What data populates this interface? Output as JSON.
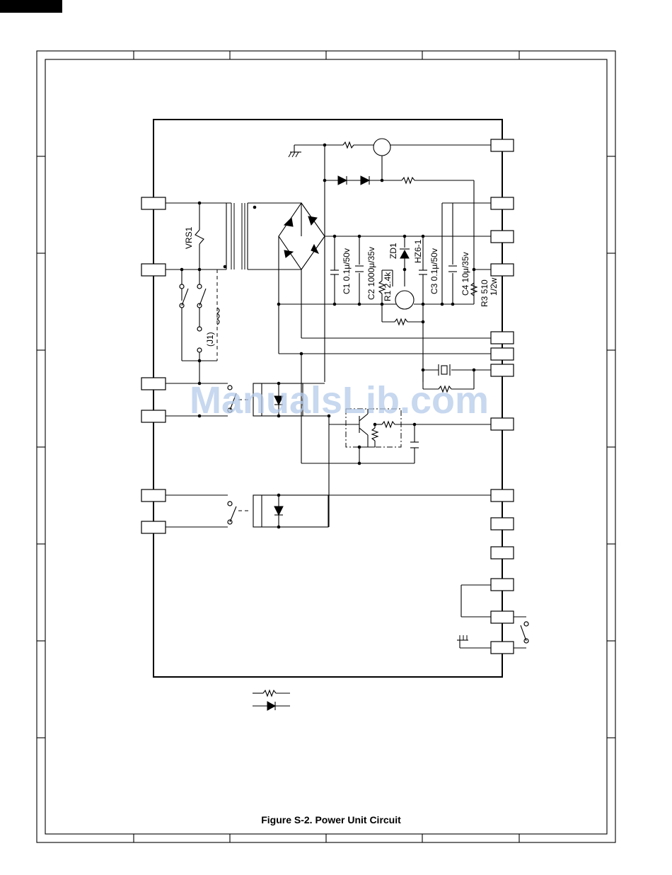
{
  "figure": {
    "caption": "Figure S-2. Power Unit Circuit"
  },
  "watermark": {
    "text": "ManualsLib.com"
  },
  "components": {
    "vrs1": "VRS1",
    "j1": "(J1)",
    "c1": "C1 0.1μ/50v",
    "c2": "C2 1000μ/35v",
    "zd1": "ZD1",
    "hz": "HZ6-1",
    "c3": "C3 0.1μ/50v",
    "c4": "C4 10μ/35v",
    "r1": "R1 2.4k",
    "r3": "R3 510",
    "r3_power": "1/2w"
  },
  "colors": {
    "ink": "#000000",
    "watermark": "#b5cbea"
  }
}
